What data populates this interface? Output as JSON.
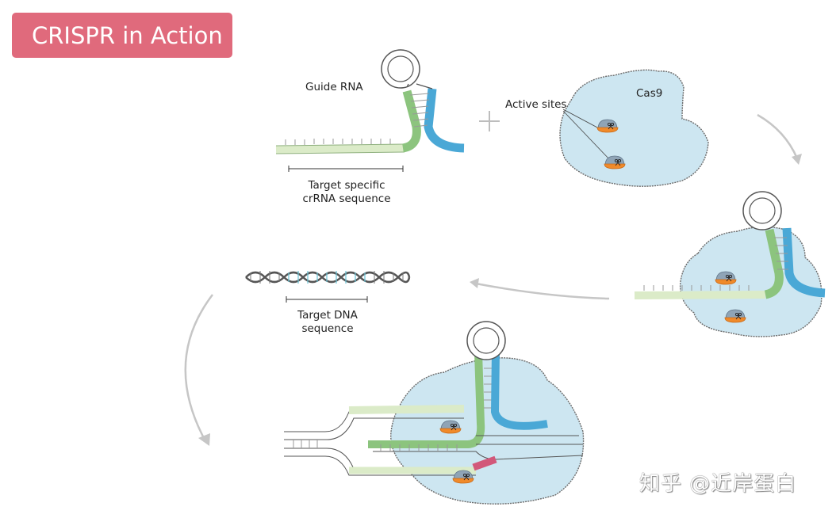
{
  "title": "CRISPR in Action",
  "labels": {
    "guide_rna": "Guide RNA",
    "target_specific_line1": "Target specific",
    "target_specific_line2": "crRNA sequence",
    "active_sites": "Active sites",
    "cas9": "Cas9",
    "target_dna_line1": "Target DNA",
    "target_dna_line2": "sequence"
  },
  "watermark": "知乎 @近岸蛋白",
  "colors": {
    "title_bg": "#e06a7c",
    "cas9_fill": "#cde6f1",
    "crrna_green": "#8cc47e",
    "crrna_light": "#dbebc8",
    "tracr_blue": "#4aa8d6",
    "cut_pink": "#d2587a",
    "active_site_orange": "#f08a2a",
    "arrow_gray": "#c6c6c6"
  },
  "icons": [
    "scissors-icon",
    "plus-icon",
    "flow-arrow-icon"
  ]
}
